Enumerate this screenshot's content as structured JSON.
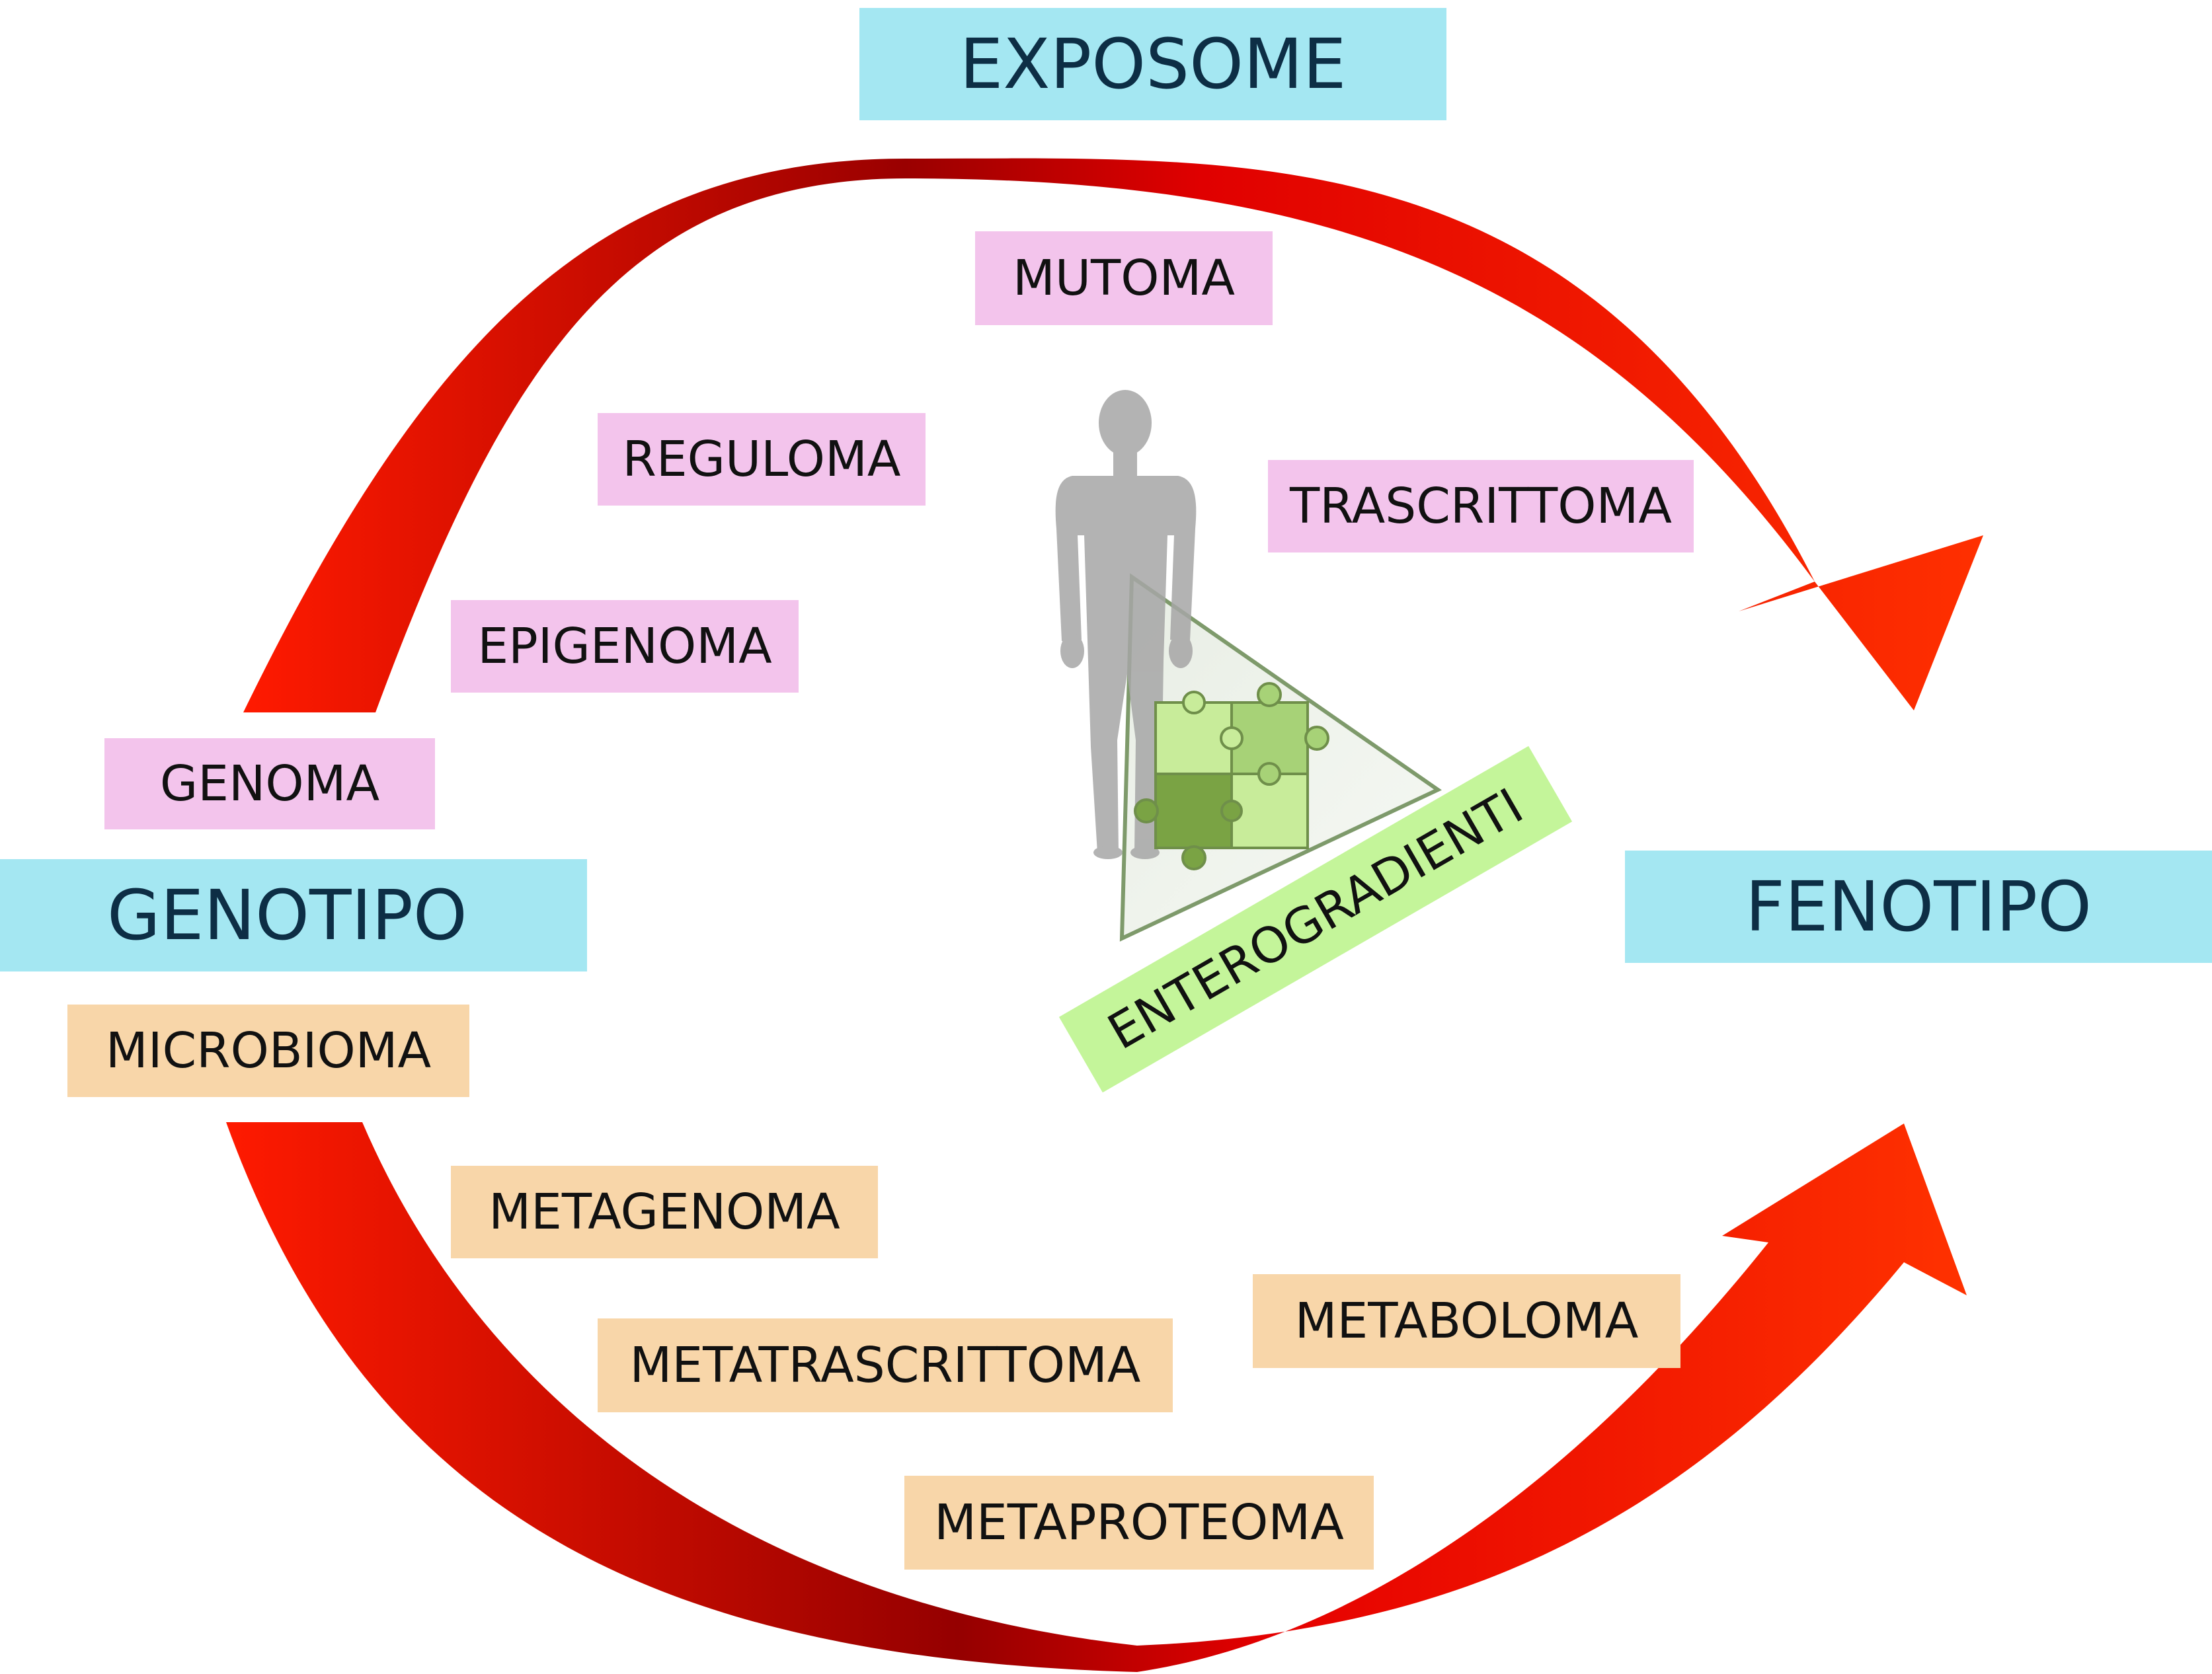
{
  "labels": {
    "exposome": "EXPOSOME",
    "genotipo": "GENOTIPO",
    "fenotipo": "FENOTIPO",
    "mutoma": "MUTOMA",
    "reguloma": "REGULOMA",
    "trascrittoma": "TRASCRITTOMA",
    "epigenoma": "EPIGENOMA",
    "genoma": "GENOMA",
    "microbioma": "MICROBIOMA",
    "metagenoma": "METAGENOMA",
    "metatrascrittoma": "METATRASCRITTOMA",
    "metaboloma": "METABOLOMA",
    "metaproteoma": "METAPROTEOMA",
    "enterogradienti": "ENTEROGRADIENTI"
  },
  "icons": {
    "human": "human-silhouette-icon",
    "puzzle": "puzzle-icon",
    "arrow": "curved-arrow-icon"
  },
  "colors": {
    "arrow_dark": "#9a0000",
    "arrow_bright": "#ff3000",
    "omics_pink": "#f3c4ec",
    "meta_tan": "#f8d6a9",
    "state_cyan": "#a4e7f2",
    "gradient_green": "#c4f59a",
    "puzzle_dark": "#7aa344",
    "puzzle_light": "#c8ec9a",
    "silhouette_gray": "#a6a6a6"
  }
}
